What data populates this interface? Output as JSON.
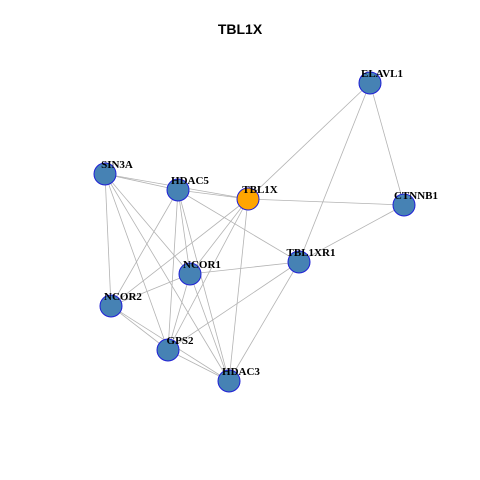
{
  "title": "TBL1X",
  "colors": {
    "node_fill": "#4682B4",
    "node_stroke": "#1F1FD6",
    "highlight_fill": "#FFA500",
    "highlight_stroke": "#1F1FD6",
    "edge": "#B3B3B3",
    "label": "#000000"
  },
  "nodes": [
    {
      "id": "ELAVL1",
      "label": "ELAVL1",
      "highlight": false
    },
    {
      "id": "SIN3A",
      "label": "SIN3A",
      "highlight": false
    },
    {
      "id": "HDAC5",
      "label": "HDAC5",
      "highlight": false
    },
    {
      "id": "TBL1X",
      "label": "TBL1X",
      "highlight": true
    },
    {
      "id": "CTNNB1",
      "label": "CTNNB1",
      "highlight": false
    },
    {
      "id": "TBL1XR1",
      "label": "TBL1XR1",
      "highlight": false
    },
    {
      "id": "NCOR1",
      "label": "NCOR1",
      "highlight": false
    },
    {
      "id": "NCOR2",
      "label": "NCOR2",
      "highlight": false
    },
    {
      "id": "GPS2",
      "label": "GPS2",
      "highlight": false
    },
    {
      "id": "HDAC3",
      "label": "HDAC3",
      "highlight": false
    }
  ],
  "edges": [
    [
      "ELAVL1",
      "TBL1X"
    ],
    [
      "ELAVL1",
      "CTNNB1"
    ],
    [
      "ELAVL1",
      "TBL1XR1"
    ],
    [
      "SIN3A",
      "HDAC5"
    ],
    [
      "SIN3A",
      "TBL1X"
    ],
    [
      "SIN3A",
      "NCOR1"
    ],
    [
      "SIN3A",
      "NCOR2"
    ],
    [
      "SIN3A",
      "GPS2"
    ],
    [
      "SIN3A",
      "HDAC3"
    ],
    [
      "HDAC5",
      "TBL1X"
    ],
    [
      "HDAC5",
      "TBL1XR1"
    ],
    [
      "HDAC5",
      "NCOR1"
    ],
    [
      "HDAC5",
      "NCOR2"
    ],
    [
      "HDAC5",
      "GPS2"
    ],
    [
      "HDAC5",
      "HDAC3"
    ],
    [
      "TBL1X",
      "CTNNB1"
    ],
    [
      "TBL1X",
      "NCOR1"
    ],
    [
      "TBL1X",
      "NCOR2"
    ],
    [
      "TBL1X",
      "GPS2"
    ],
    [
      "TBL1X",
      "HDAC3"
    ],
    [
      "CTNNB1",
      "TBL1XR1"
    ],
    [
      "TBL1XR1",
      "NCOR1"
    ],
    [
      "TBL1XR1",
      "GPS2"
    ],
    [
      "TBL1XR1",
      "HDAC3"
    ],
    [
      "NCOR1",
      "NCOR2"
    ],
    [
      "NCOR1",
      "GPS2"
    ],
    [
      "NCOR1",
      "HDAC3"
    ],
    [
      "NCOR2",
      "GPS2"
    ],
    [
      "NCOR2",
      "HDAC3"
    ],
    [
      "GPS2",
      "HDAC3"
    ]
  ]
}
